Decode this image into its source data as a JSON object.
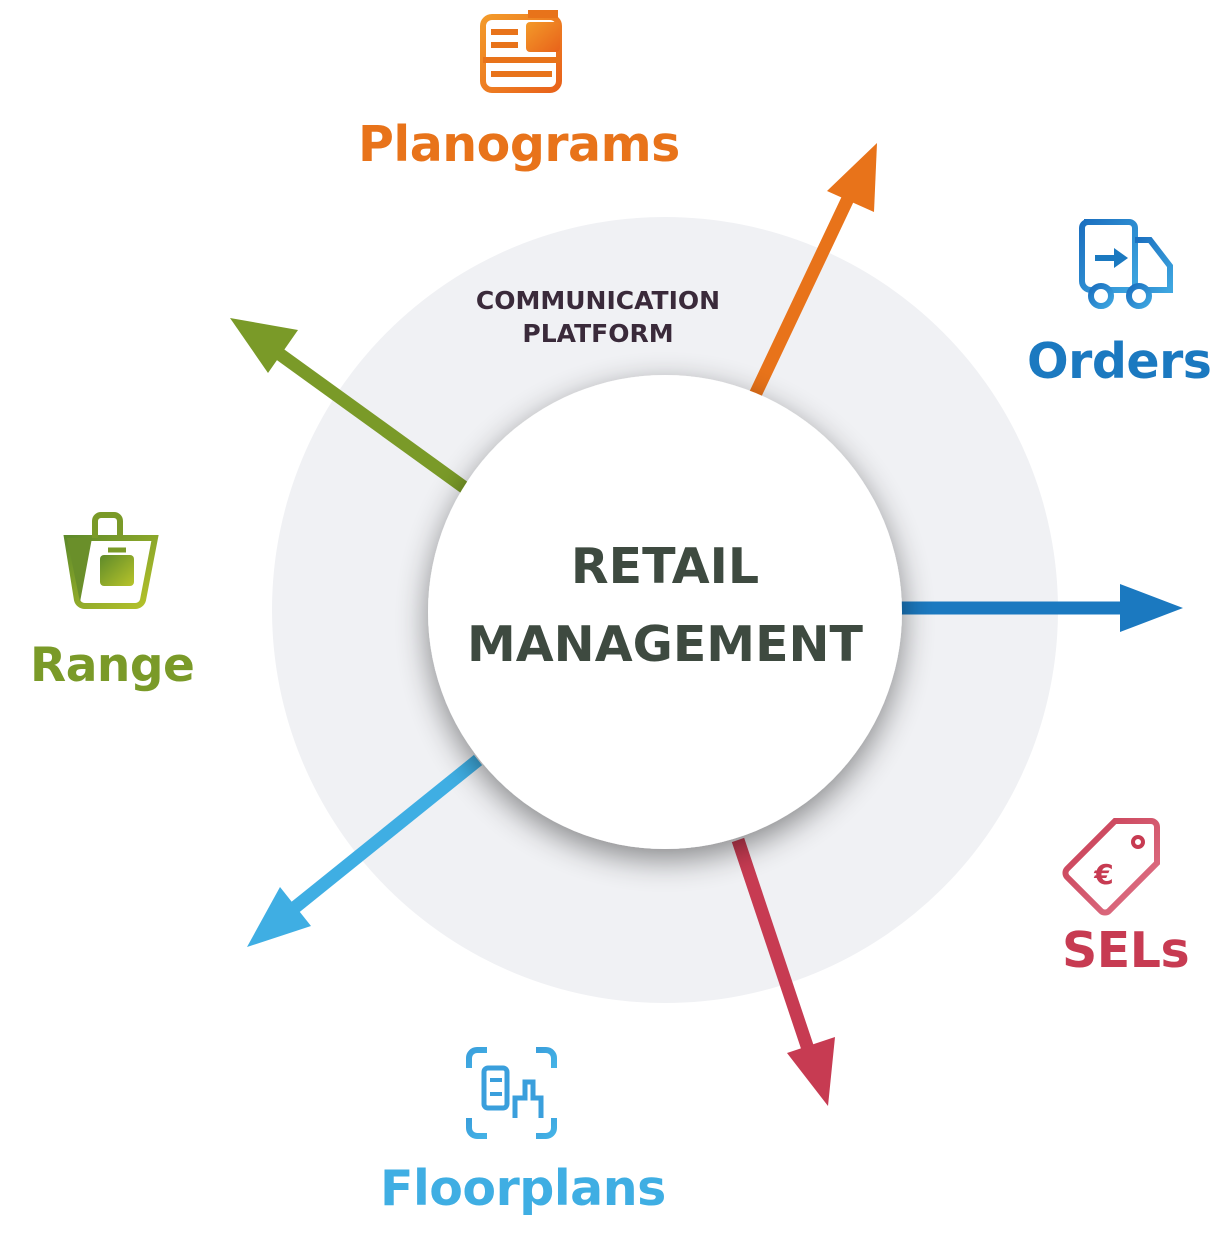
{
  "ring": {
    "label_line1": "COMMUNICATION",
    "label_line2": "PLATFORM"
  },
  "center": {
    "line1": "RETAIL",
    "line2": "MANAGEMENT"
  },
  "nodes": {
    "planograms": {
      "label": "Planograms",
      "color": "#e8731a",
      "icon": "shelf-icon"
    },
    "orders": {
      "label": "Orders",
      "color": "#1b79c0",
      "icon": "delivery-truck-icon"
    },
    "range": {
      "label": "Range",
      "color": "#7a9a28",
      "icon": "shopping-bag-icon"
    },
    "sels": {
      "label": "SELs",
      "color": "#c73b52",
      "icon": "euro-price-tag-icon"
    },
    "floorplans": {
      "label": "Floorplans",
      "color": "#3faee3",
      "icon": "floorplan-scan-icon"
    }
  },
  "colors": {
    "ring": "#f0f1f4",
    "center_text": "#3e4a40",
    "ring_text": "#3a2a3a"
  }
}
